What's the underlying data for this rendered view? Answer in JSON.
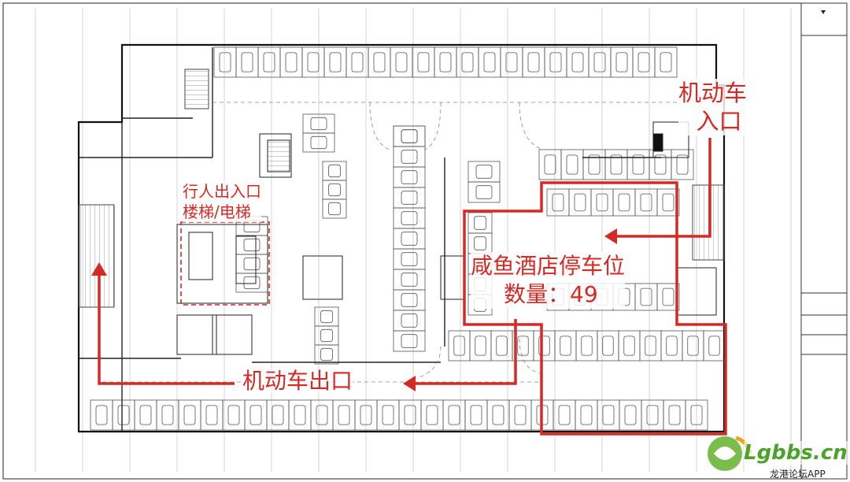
{
  "annotations": {
    "vehicle_entrance_line1": "机动车",
    "vehicle_entrance_line2": "入口",
    "pedestrian_access_line1": "行人出入口",
    "pedestrian_access_line2": "楼梯/电梯",
    "hotel_parking_line1": "咸鱼酒店停车位",
    "hotel_parking_line2": "数量：49",
    "vehicle_exit": "机动车出口"
  },
  "watermark": {
    "site": "Lgbbs.cn",
    "app": "龙港论坛APP"
  },
  "colors": {
    "annotation_red": "#d42a26",
    "line_black": "#111111",
    "hatch_gray": "#9a9a9a",
    "watermark_green": "#5aa832"
  }
}
